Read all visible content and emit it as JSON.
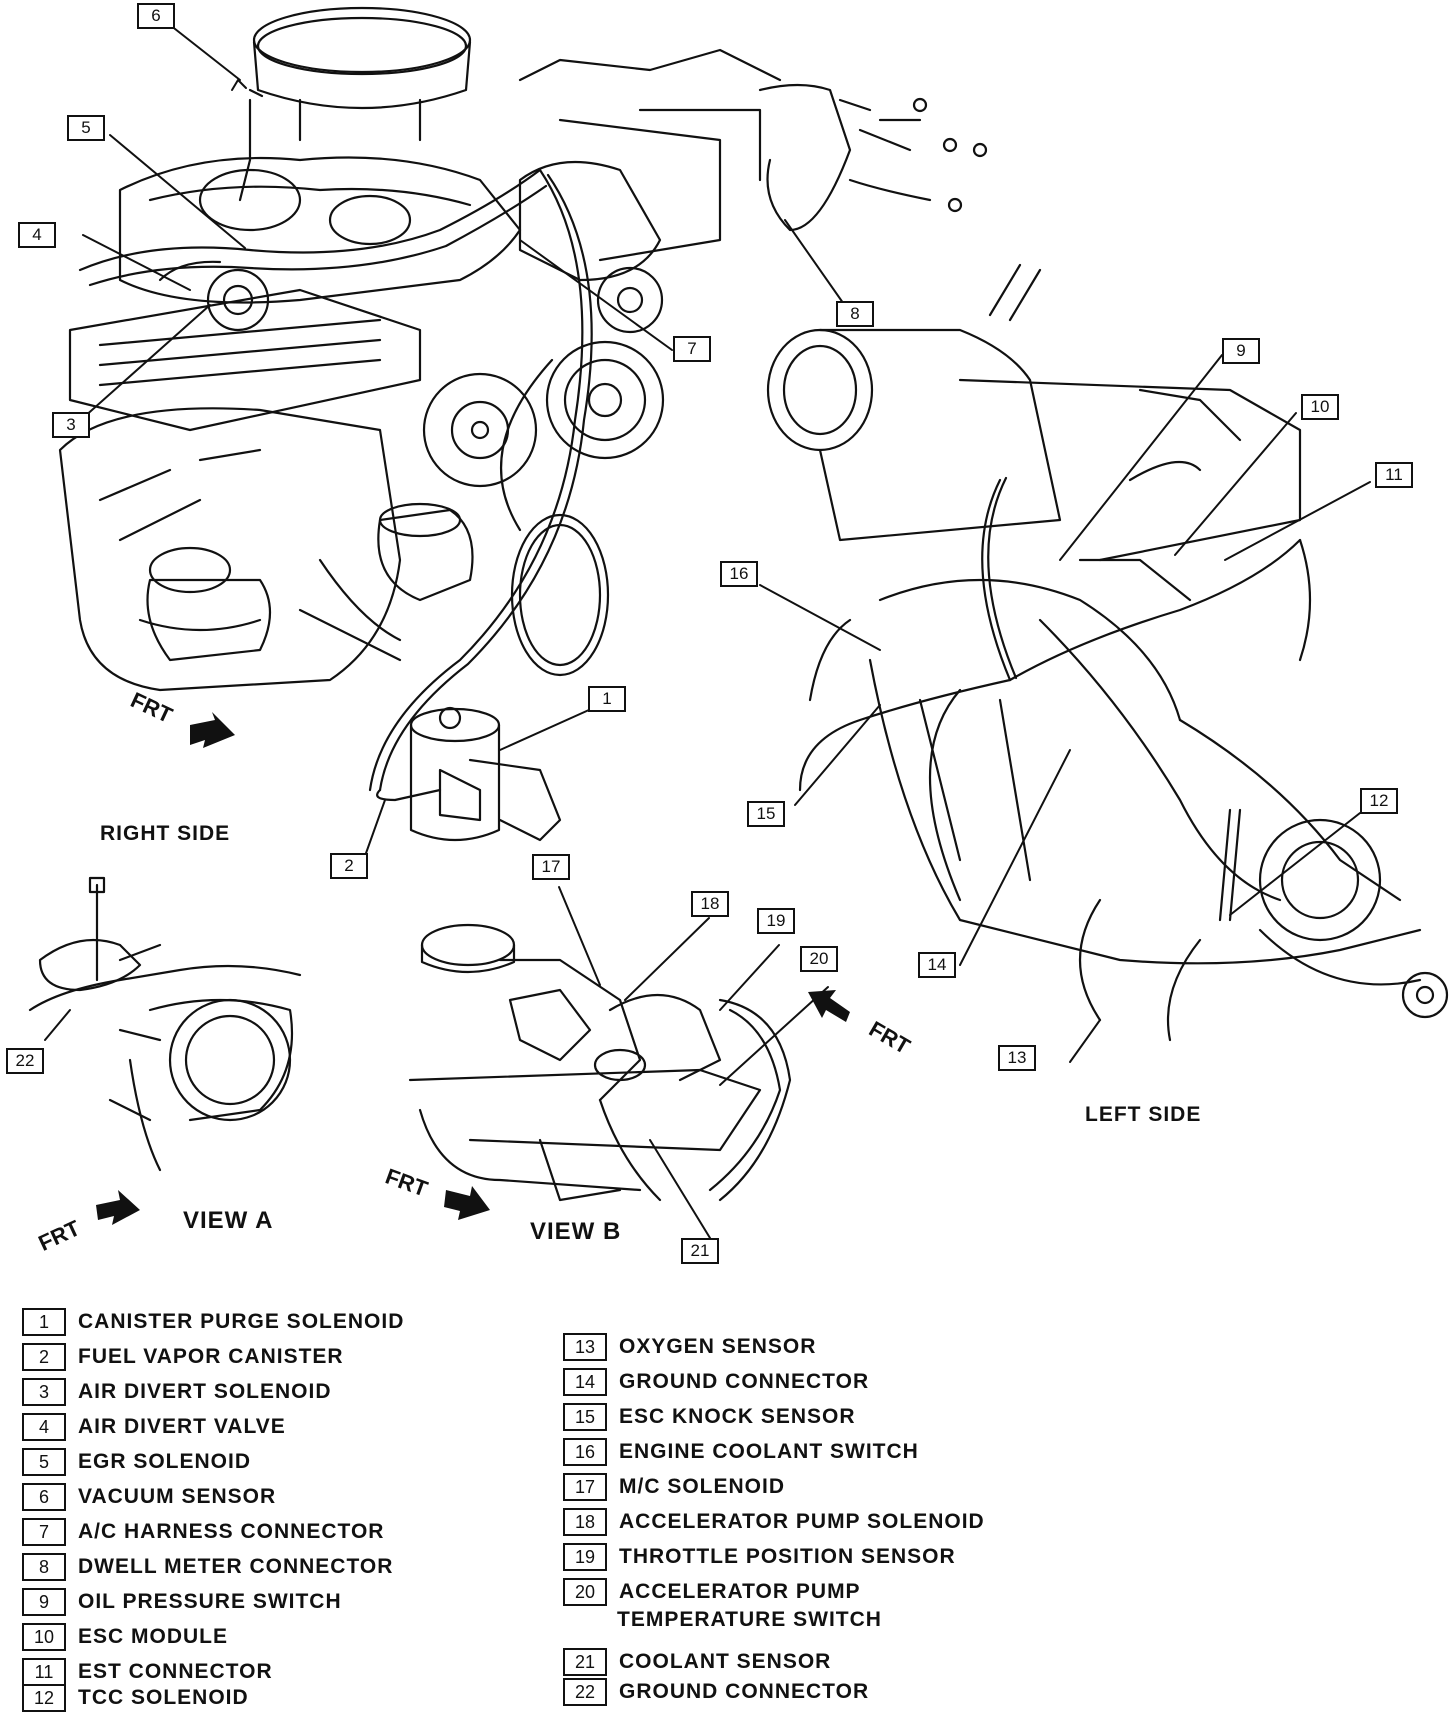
{
  "views": {
    "right_side": "RIGHT SIDE",
    "left_side": "LEFT SIDE",
    "view_a": "VIEW A",
    "view_b": "VIEW B",
    "frt": "FRT"
  },
  "callouts": [
    "1",
    "2",
    "3",
    "4",
    "5",
    "6",
    "7",
    "8",
    "9",
    "10",
    "11",
    "12",
    "13",
    "14",
    "15",
    "16",
    "17",
    "18",
    "19",
    "20",
    "21",
    "22"
  ],
  "legend": [
    {
      "num": "1",
      "text": "CANISTER PURGE SOLENOID"
    },
    {
      "num": "2",
      "text": "FUEL VAPOR CANISTER"
    },
    {
      "num": "3",
      "text": "AIR DIVERT SOLENOID"
    },
    {
      "num": "4",
      "text": "AIR DIVERT VALVE"
    },
    {
      "num": "5",
      "text": "EGR SOLENOID"
    },
    {
      "num": "6",
      "text": "VACUUM SENSOR"
    },
    {
      "num": "7",
      "text": "A/C HARNESS CONNECTOR"
    },
    {
      "num": "8",
      "text": "DWELL METER CONNECTOR"
    },
    {
      "num": "9",
      "text": "OIL PRESSURE SWITCH"
    },
    {
      "num": "10",
      "text": "ESC MODULE"
    },
    {
      "num": "11",
      "text": "EST CONNECTOR"
    },
    {
      "num": "12",
      "text": "TCC SOLENOID"
    },
    {
      "num": "13",
      "text": "OXYGEN SENSOR"
    },
    {
      "num": "14",
      "text": "GROUND CONNECTOR"
    },
    {
      "num": "15",
      "text": "ESC KNOCK SENSOR"
    },
    {
      "num": "16",
      "text": "ENGINE COOLANT SWITCH"
    },
    {
      "num": "17",
      "text": "M/C SOLENOID"
    },
    {
      "num": "18",
      "text": "ACCELERATOR PUMP SOLENOID"
    },
    {
      "num": "19",
      "text": "THROTTLE POSITION SENSOR"
    },
    {
      "num": "20",
      "text": "ACCELERATOR PUMP",
      "text2": "TEMPERATURE SWITCH"
    },
    {
      "num": "21",
      "text": "COOLANT SENSOR"
    },
    {
      "num": "22",
      "text": "GROUND CONNECTOR"
    }
  ]
}
